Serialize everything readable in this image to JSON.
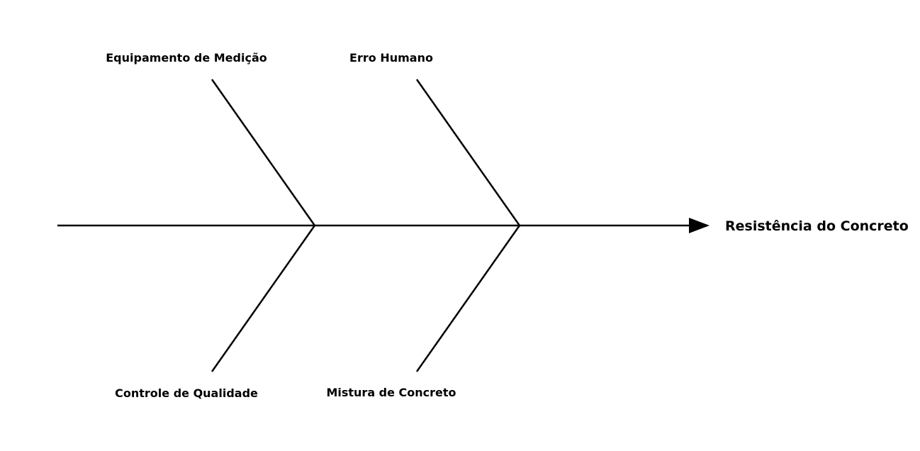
{
  "effect": {
    "label": "Resistência do Concreto"
  },
  "causes": {
    "top_left": "Equipamento de Medição",
    "top_right": "Erro Humano",
    "bottom_left": "Controle de Qualidade",
    "bottom_right": "Mistura de Concreto"
  },
  "colors": {
    "line": "#000000",
    "background": "#ffffff"
  }
}
